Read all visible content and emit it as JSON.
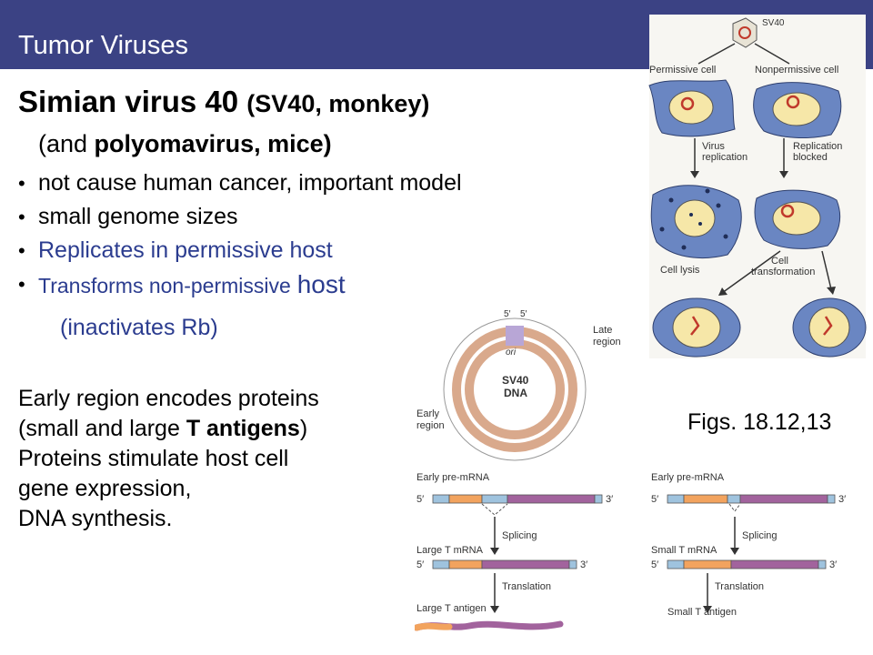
{
  "header": {
    "title": "Tumor Viruses"
  },
  "title": {
    "main": "Simian virus 40",
    "paren": "(SV40, monkey)",
    "sub_open": "(and ",
    "sub_bold": "polyomavirus, mice)"
  },
  "bullets": [
    "not cause human cancer, important model",
    "small genome sizes",
    "Replicates in permissive host",
    "Transforms non-permissive",
    "host"
  ],
  "indent_note": "(inactivates Rb)",
  "body": {
    "line1": "Early region encodes proteins",
    "line2_pre": " (small and large ",
    "line2_bold": "T antigens",
    "line2_post": ")",
    "line3": "Proteins stimulate host cell",
    "line4": "gene expression,",
    "line5": "DNA synthesis."
  },
  "figs_caption": "Figs. 18.12,13",
  "fig_cell_fates": {
    "virus": "SV40",
    "permissive": "Permissive cell",
    "nonpermissive": "Nonpermissive cell",
    "virus_replication_1": "Virus",
    "virus_replication_2": "replication",
    "blocked_1": "Replication",
    "blocked_2": "blocked",
    "lysis": "Cell lysis",
    "transform_1": "Cell",
    "transform_2": "transformation"
  },
  "fig_genome": {
    "five_prime": "5′",
    "ori": "ori",
    "center_1": "SV40",
    "center_2": "DNA",
    "late_1": "Late",
    "late_2": "region",
    "early_1": "Early",
    "early_2": "region"
  },
  "fig_splicing_large": {
    "pre": "Early pre-mRNA",
    "splicing": "Splicing",
    "mrna": "Large T mRNA",
    "translation": "Translation",
    "protein": "Large T antigen",
    "five": "5′",
    "three": "3′"
  },
  "fig_splicing_small": {
    "pre": "Early pre-mRNA",
    "splicing": "Splicing",
    "mrna": "Small T mRNA",
    "translation": "Translation",
    "protein": "Small T antigen",
    "five": "5′",
    "three": "3′"
  },
  "colors": {
    "header_bg": "#3b4284",
    "blue_text": "#2b3c8f",
    "exon_orange": "#f2a35e",
    "exon_purple": "#a2639d",
    "utr_blue": "#9fc3de",
    "cell_blue": "#6a86c2",
    "nucleus_yellow": "#f6e7a8",
    "genome_tan": "#d9a98c"
  }
}
